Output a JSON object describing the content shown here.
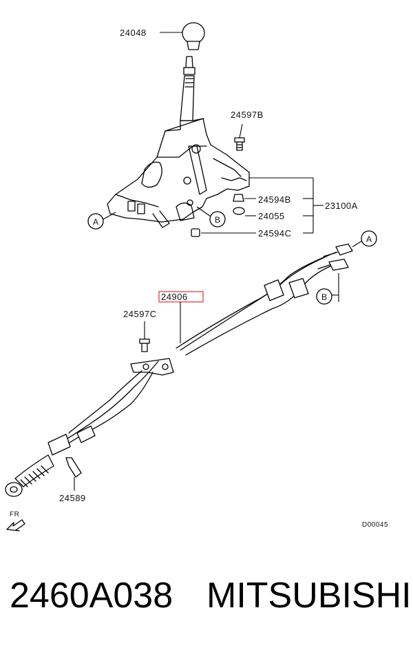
{
  "callouts": {
    "knob": "24048",
    "bolt_top": "24597B",
    "bushing_b": "24594B",
    "nut": "24055",
    "bushing_c": "24594C",
    "assembly": "23100A",
    "cable": "24906",
    "bolt_cable": "24597C",
    "clip": "24589",
    "ref_a": "A",
    "ref_b": "B",
    "front": "FR",
    "diagram_code": "D00045"
  },
  "footer": {
    "part_number": "2460A038",
    "brand": "MITSUBISHI"
  },
  "colors": {
    "highlight_box": "#e03030",
    "line": "#000000"
  }
}
